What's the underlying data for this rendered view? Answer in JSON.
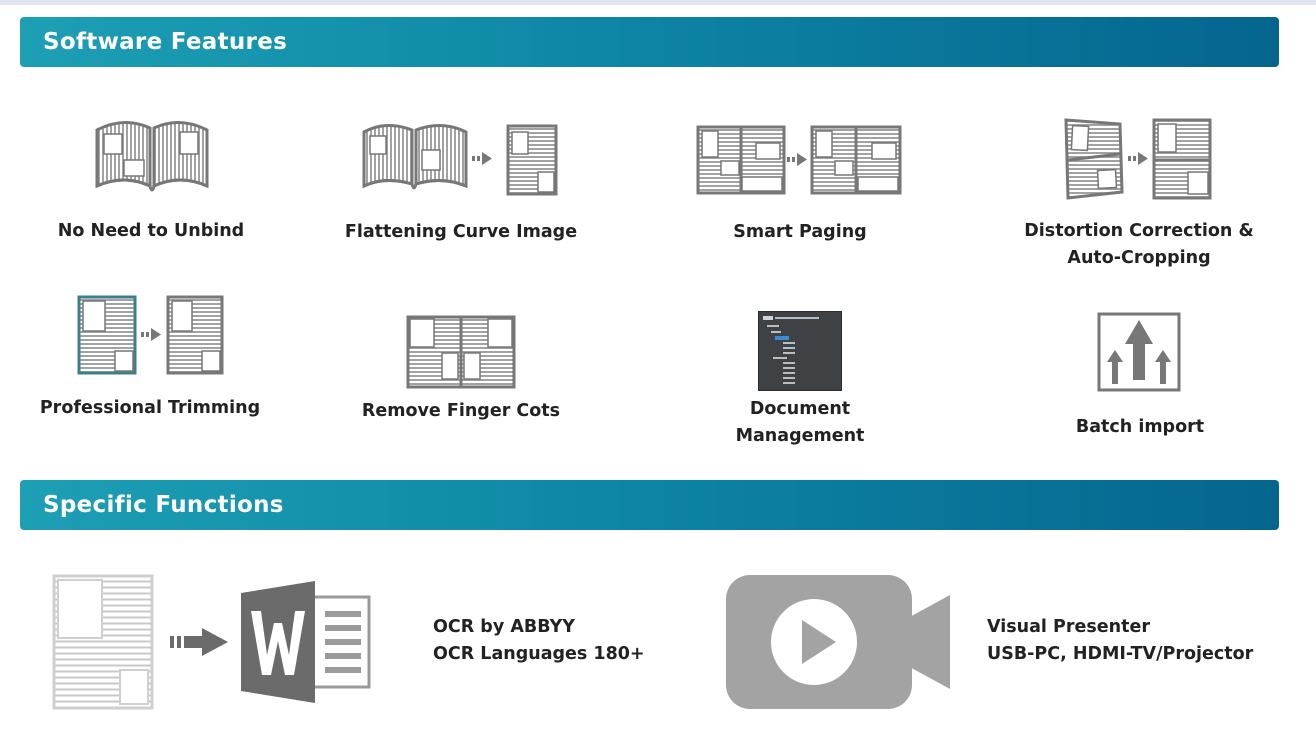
{
  "sections": {
    "features_title": "Software Features",
    "functions_title": "Specific Functions"
  },
  "features": {
    "unbind": "No Need to Unbind",
    "flatten": "Flattening Curve Image",
    "paging": "Smart Paging",
    "distortion_line1": "Distortion Correction &",
    "distortion_line2": "Auto-Cropping",
    "trimming": "Professional Trimming",
    "finger": "Remove Finger Cots",
    "docmgmt_line1": "Document",
    "docmgmt_line2": "Management",
    "batch": "Batch import"
  },
  "functions": {
    "ocr_line1": "OCR by ABBYY",
    "ocr_line2": "OCR Languages 180+",
    "visual_line1": "Visual Presenter",
    "visual_line2": "USB-PC, HDMI-TV/Projector"
  },
  "icons": [
    "open-book-icon",
    "flatten-curve-icon",
    "smart-paging-icon",
    "distortion-correction-icon",
    "trimming-icon",
    "finger-cots-icon",
    "document-management-icon",
    "batch-import-icon",
    "ocr-document-icon",
    "word-icon",
    "video-camera-icon"
  ],
  "colors": {
    "banner_start": "#1d9fb4",
    "banner_end": "#05658e",
    "icon_gray": "#777777",
    "highlight_teal": "#3d7f86",
    "word_gray": "#6b6b6b",
    "camera_gray": "#a3a3a3"
  }
}
